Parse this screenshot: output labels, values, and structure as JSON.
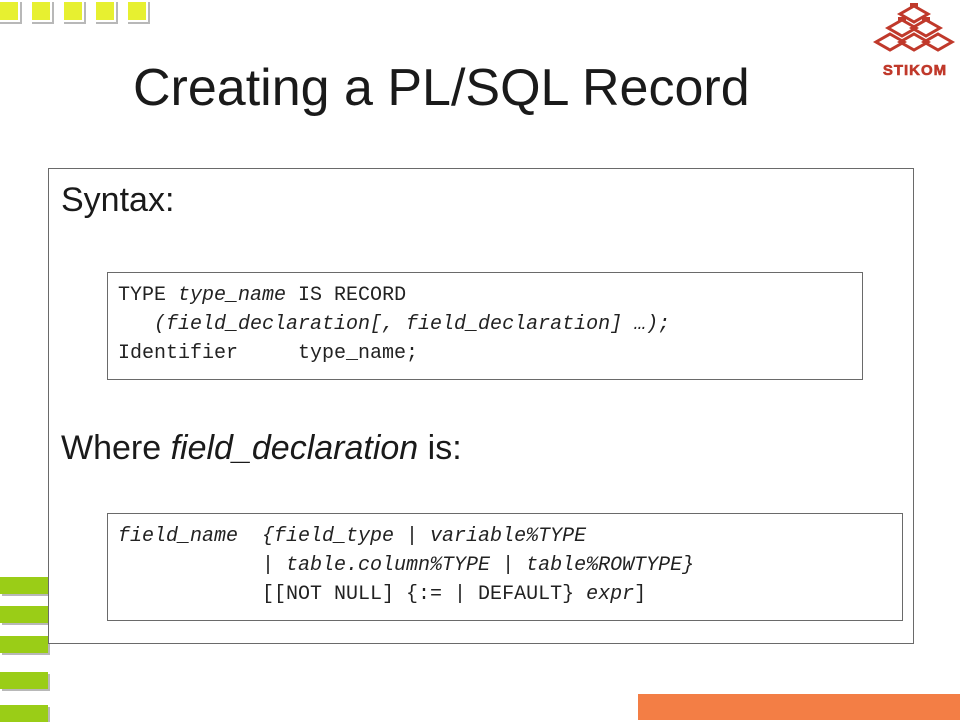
{
  "slide": {
    "title": "Creating a PL/SQL Record",
    "logo_text": "STIKOM",
    "syntax_heading": "Syntax:",
    "where_heading": {
      "prefix": "Where ",
      "term": "field_declaration",
      "suffix": " is:"
    },
    "syntax_code": [
      [
        {
          "t": "TYPE ",
          "i": false
        },
        {
          "t": "type_name",
          "i": true
        },
        {
          "t": " IS RECORD",
          "i": false
        }
      ],
      [
        {
          "t": "   (field_declaration[, field_declaration] …);",
          "i": true
        }
      ],
      [
        {
          "t": "Identifier     type_name;",
          "i": false
        }
      ]
    ],
    "field_code": [
      [
        {
          "t": "field_name  {field_type | variable%TYPE",
          "i": true
        }
      ],
      [
        {
          "t": "            | table.column%TYPE | table%ROWTYPE}",
          "i": true
        }
      ],
      [
        {
          "t": "            [[NOT NULL] {:= | DEFAULT} ",
          "i": false
        },
        {
          "t": "expr",
          "i": true
        },
        {
          "t": "]",
          "i": false
        }
      ]
    ]
  },
  "colors": {
    "top_squares": "#e7f030",
    "left_bars": "#9acd17",
    "corner_bar": "#f37e45",
    "logo": "#c0392b"
  }
}
